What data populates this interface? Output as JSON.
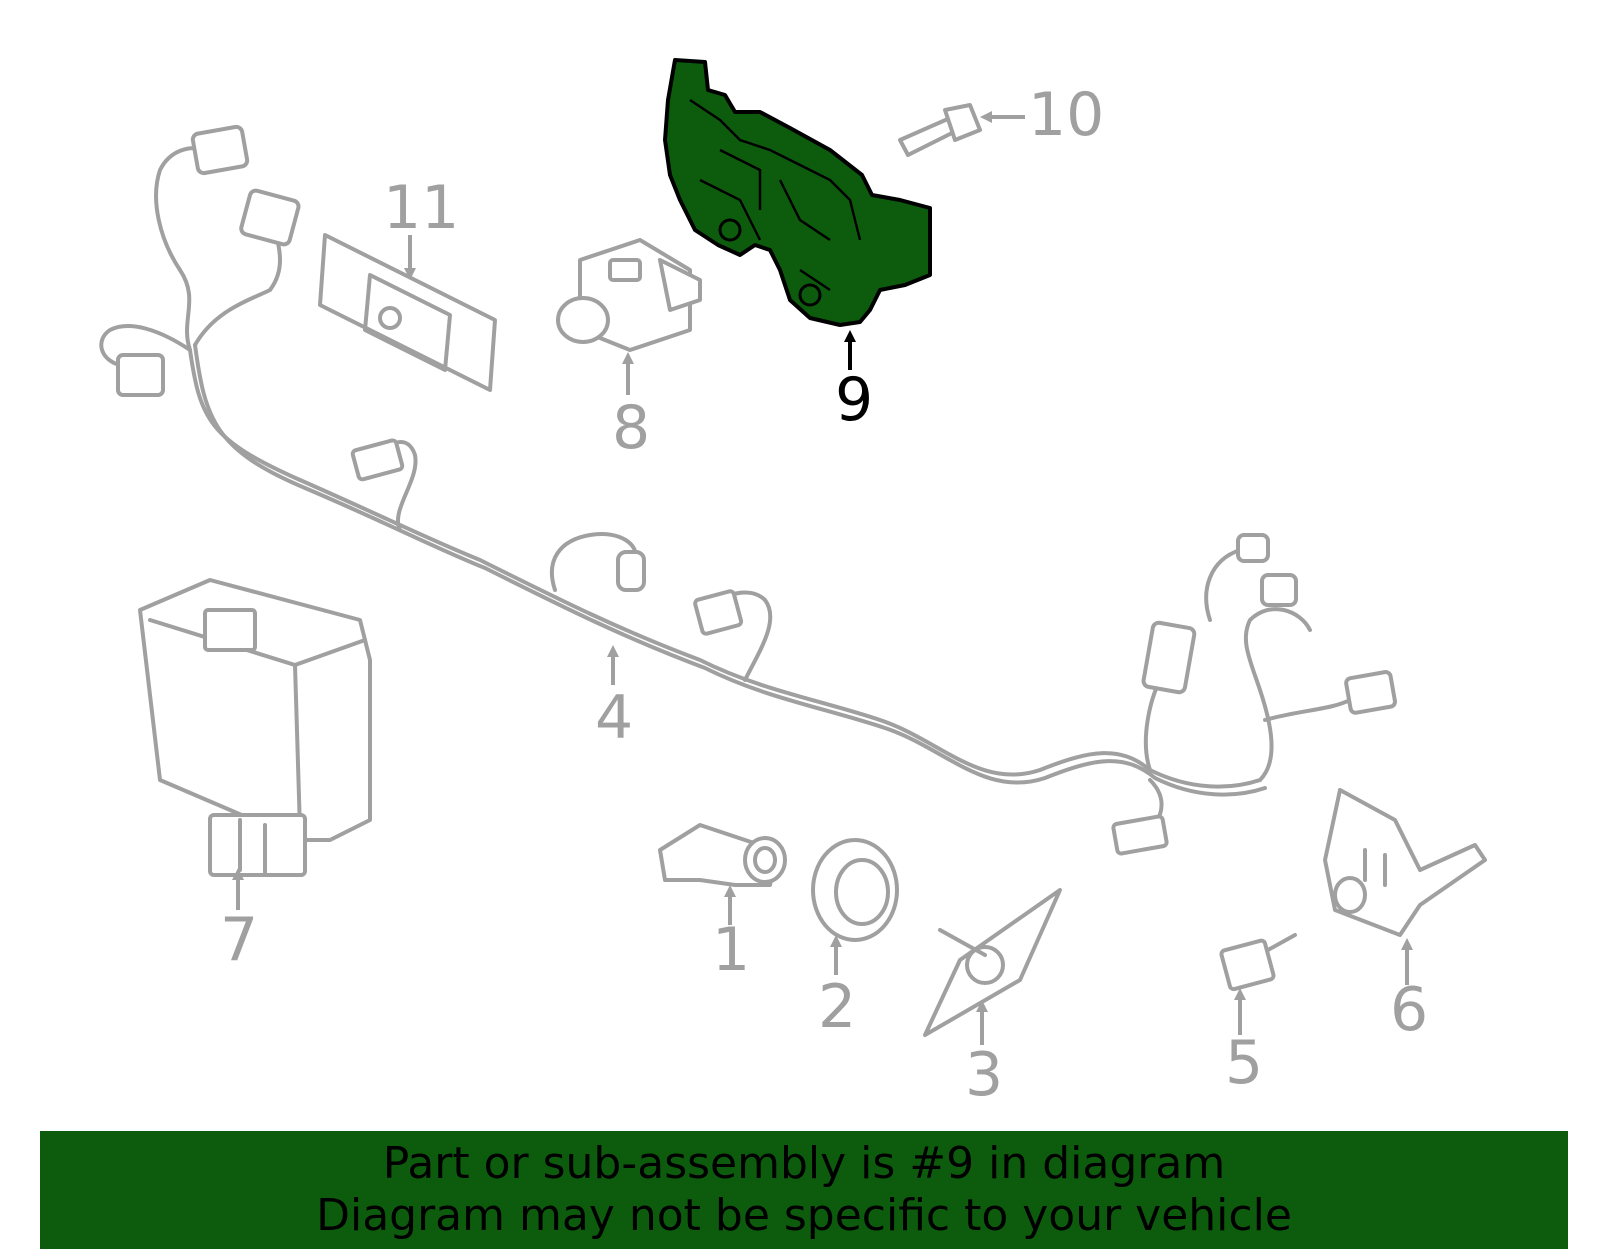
{
  "diagram": {
    "highlight_color": "#0d5c0d",
    "line_color": "#a0a0a0",
    "highlighted_part": "9",
    "callouts": [
      "1",
      "2",
      "3",
      "4",
      "5",
      "6",
      "7",
      "8",
      "9",
      "10",
      "11"
    ]
  },
  "banner": {
    "line1": "Part or sub-assembly is #9 in diagram",
    "line2": "Diagram may not be specific to your vehicle",
    "background": "#0d5c0d"
  }
}
